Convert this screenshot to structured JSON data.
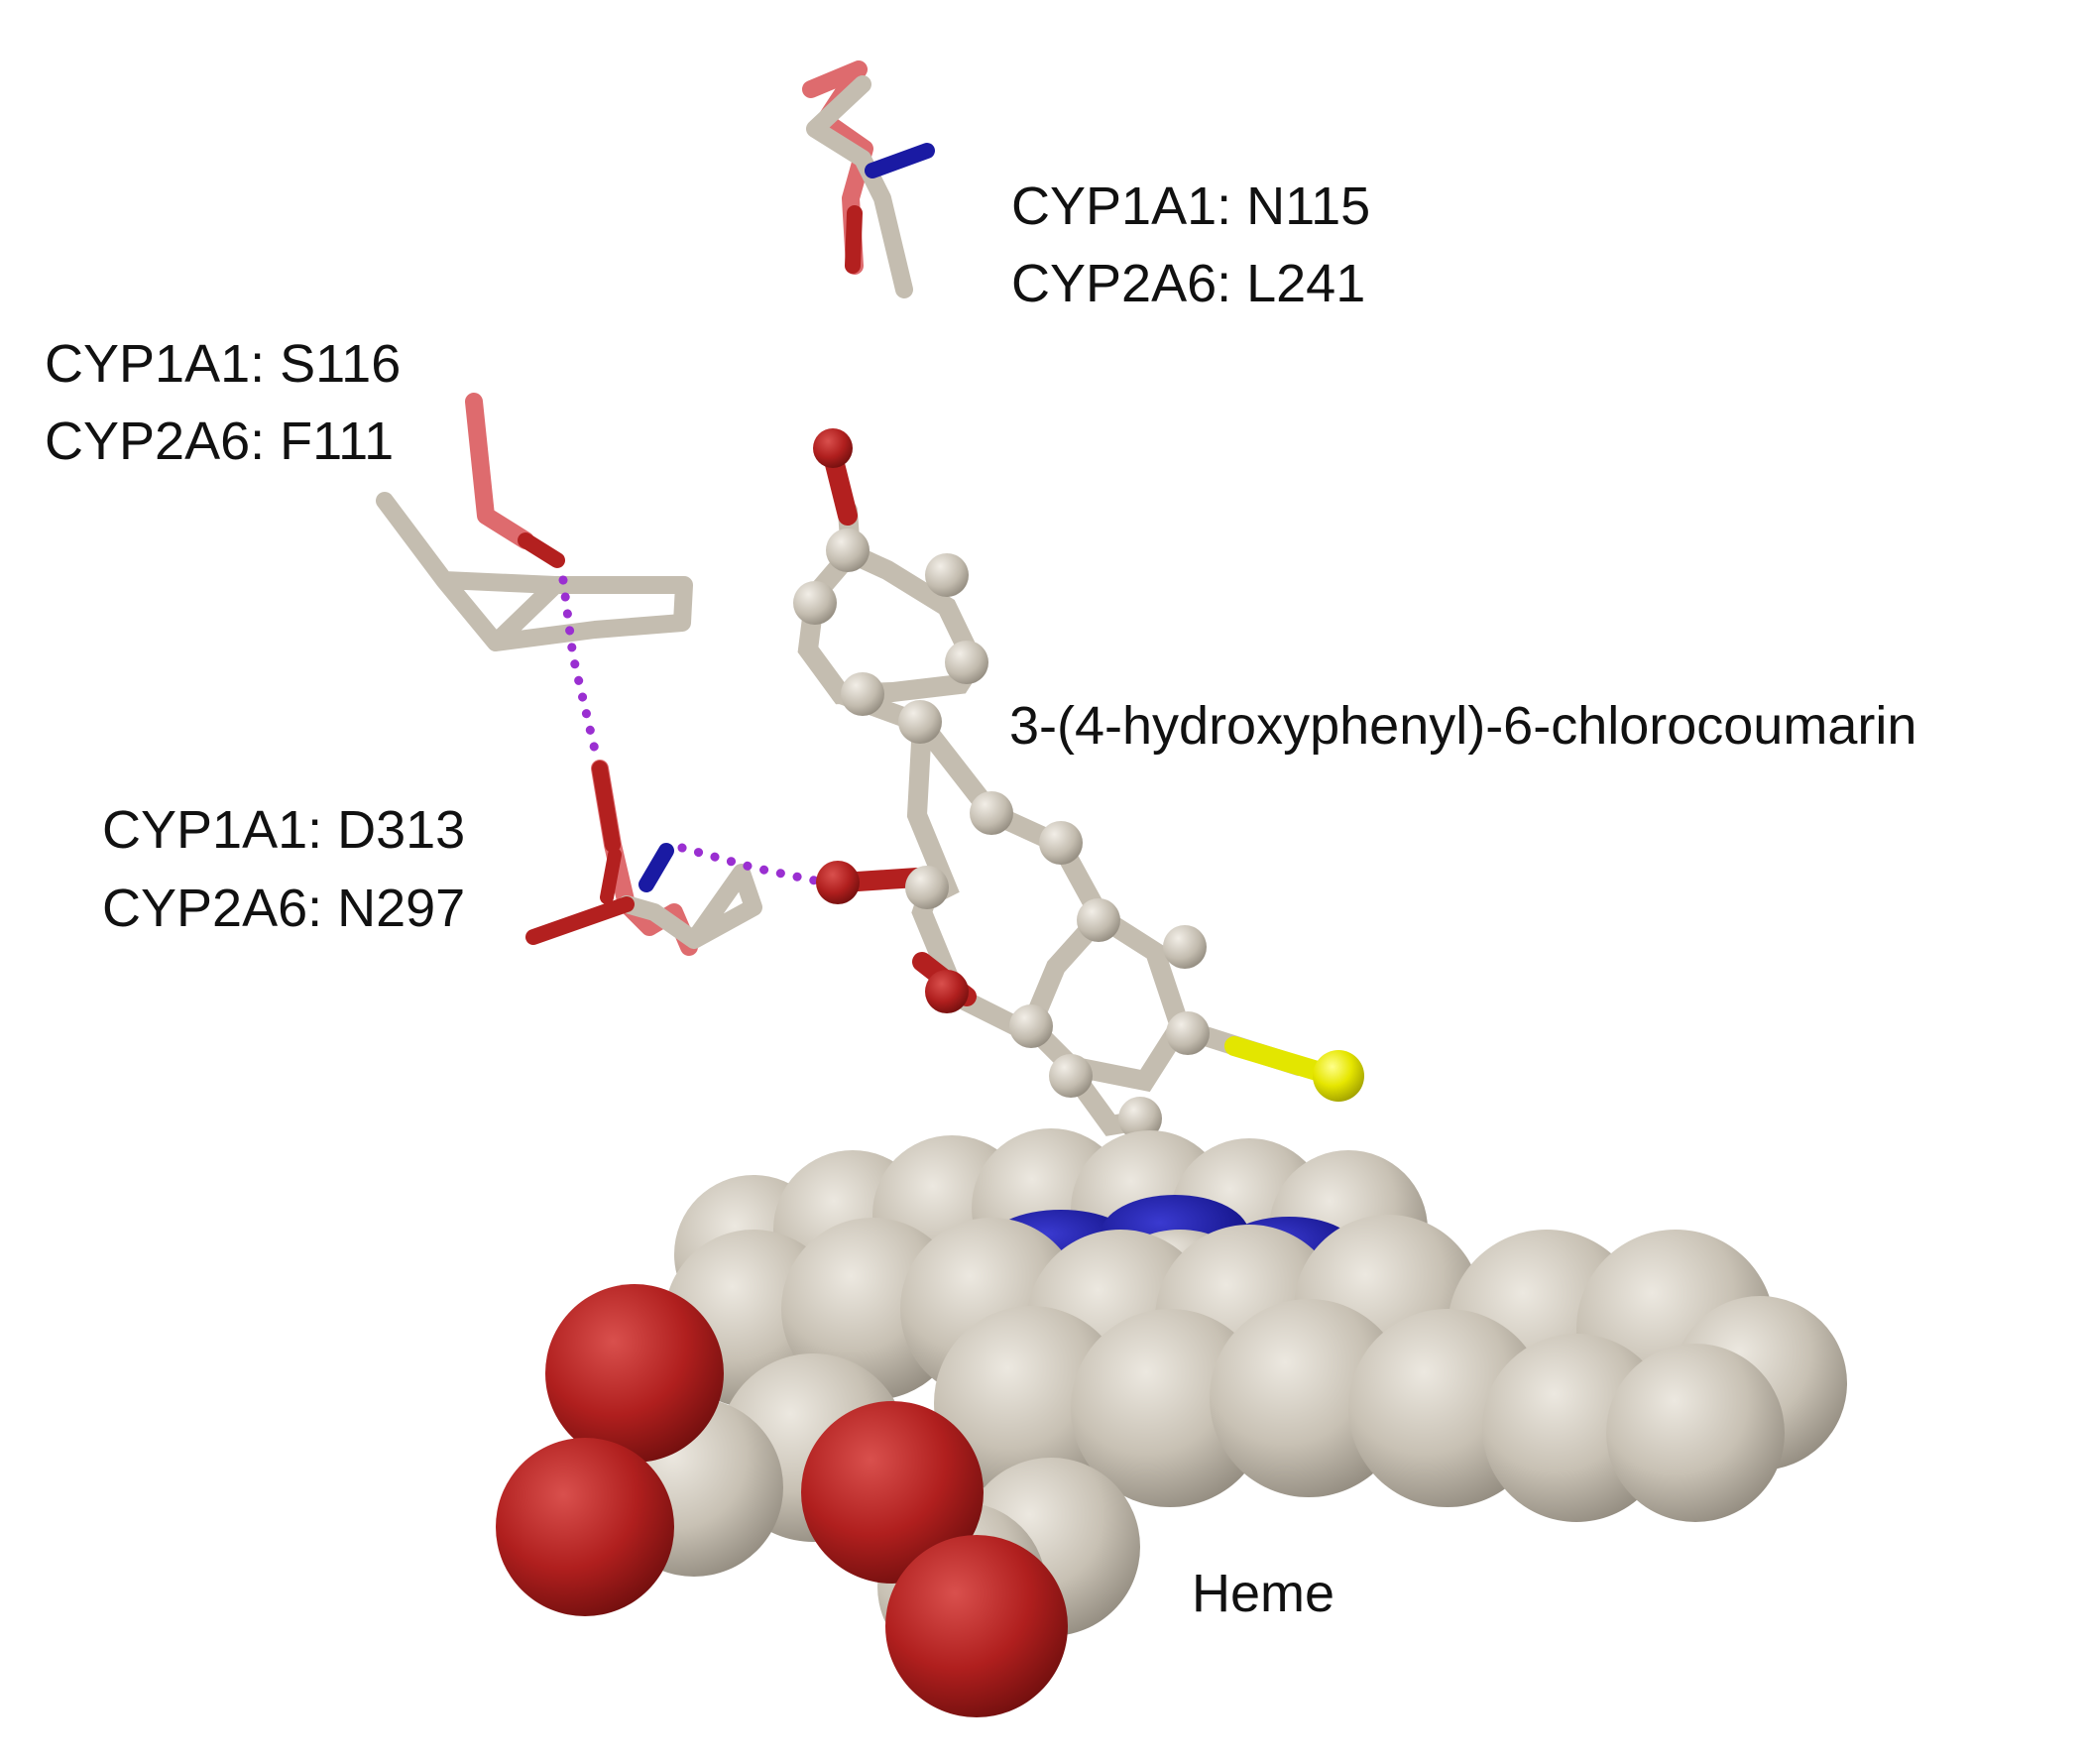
{
  "labels": {
    "n115_a": "CYP1A1: N115",
    "n115_b": "CYP2A6: L241",
    "s116_a": "CYP1A1: S116",
    "s116_b": "CYP2A6: F111",
    "d313_a": "CYP1A1: D313",
    "d313_b": "CYP2A6: N297",
    "ligand": "3-(4-hydroxyphenyl)-6-chlorocoumarin",
    "heme": "Heme"
  },
  "colors": {
    "carbon": "#c4bdb0",
    "cyp1a1_carbon": "#de6b6e",
    "oxygen": "#b3201f",
    "nitrogen": "#1a1aa3",
    "chlorine": "#e3e600",
    "hbond": "#9a2fd1"
  }
}
